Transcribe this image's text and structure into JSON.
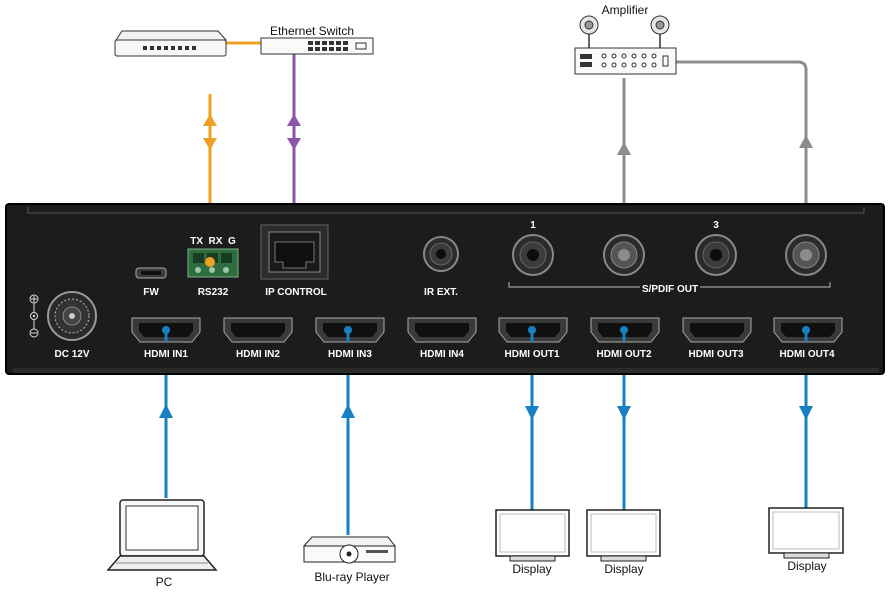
{
  "colors": {
    "panel": "#1c1c1c",
    "panel_edge": "#3a3a3a",
    "orange": "#f0a020",
    "purple": "#8a56a8",
    "blue": "#1a7fc1",
    "gray": "#8c8c8c"
  },
  "devices": {
    "ethernet_switch": "Ethernet Switch",
    "amplifier": "Amplifier",
    "pc": "PC",
    "bluray": "Blu-ray Player",
    "display": "Display"
  },
  "panel": {
    "rs232_pins": "TX  RX  G",
    "fw": "FW",
    "rs232": "RS232",
    "ip_control": "IP CONTROL",
    "ir_ext": "IR EXT.",
    "spdif_1": "1",
    "spdif_3": "3",
    "spdif_out": "S/PDIF OUT",
    "dc": "DC 12V",
    "hdmi_in": [
      "HDMI IN1",
      "HDMI IN2",
      "HDMI IN3",
      "HDMI IN4"
    ],
    "hdmi_out": [
      "HDMI OUT1",
      "HDMI OUT2",
      "HDMI OUT3",
      "HDMI OUT4"
    ]
  }
}
